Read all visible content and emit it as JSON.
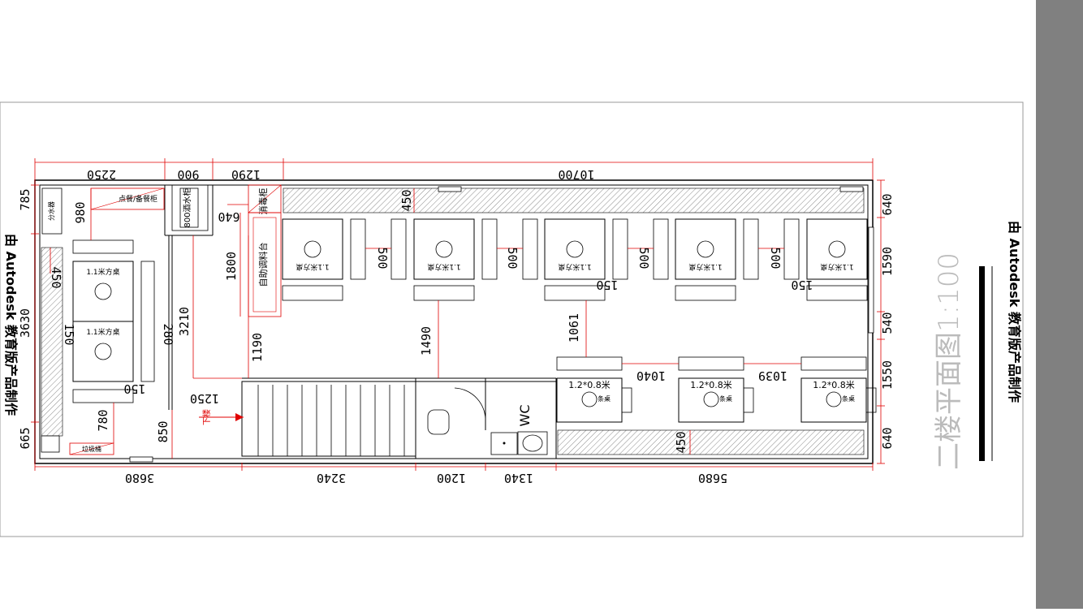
{
  "drawing": {
    "title": "二楼平面图1:100",
    "watermark": "由 Autodesk 教育版产品制作"
  },
  "dims": {
    "top": [
      "2250",
      "900",
      "1290",
      "10700"
    ],
    "bottom": [
      "3680",
      "3240",
      "1200",
      "1340",
      "5680"
    ],
    "right": [
      "640",
      "1590",
      "540",
      "1550",
      "640"
    ],
    "left": [
      "785",
      "3630",
      "665"
    ],
    "inner_980": "980",
    "inner_450_left": "450",
    "inner_150_left": "150",
    "inner_150_mid": "150",
    "inner_280": "280",
    "inner_3210": "3210",
    "inner_780": "780",
    "inner_850": "850",
    "inner_1250": "1250",
    "inner_1190": "1190",
    "inner_640": "640",
    "inner_1800": "1800",
    "inner_450_top": "450",
    "inner_450_bottom": "450",
    "inner_1490": "1490",
    "inner_1061": "1061",
    "inner_1040": "1040",
    "inner_1039": "1039",
    "inner_500": [
      "500",
      "500",
      "500",
      "500"
    ],
    "inner_150_row": [
      "150",
      "150"
    ]
  },
  "labels": {
    "water_dispenser": "分水器",
    "order_counter": "点餐/备餐柜",
    "wine_cabinet": "800酒水柜",
    "disinfect_cabinet": "消毒柜",
    "self_service_counter": "自助调料台",
    "square_table": "1.1米方桌",
    "rect_table": "1.2*0.8米",
    "bar_table": "条桌",
    "downstairs": "下楼",
    "wc": "WC",
    "trash_left": "垃圾桶"
  },
  "colors": {
    "dimension_red": "#e00000",
    "line_black": "#000000",
    "hatch_gray": "#9a9a9a",
    "sidebar_gray": "#808080"
  }
}
